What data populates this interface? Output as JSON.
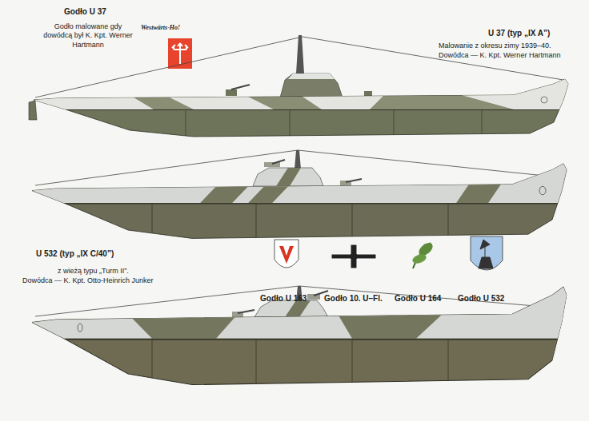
{
  "diagram": {
    "labels": [
      "Godło U 37",
      "Godło malowane gdy dowódcą był K. Kpt. Werner Hartmann",
      "Westwärts-Ho!",
      "U 37 (typ „IX A”)",
      "Malowanie z okresu zimy 1939–40.",
      "Dowódca — K. Kpt. Werner Hartmann",
      "U 532 (typ „IX C/40”)",
      "z wieżą typu „Turm II”.",
      "Dowódca — K. Kpt. Otto-Heinrich Junker",
      "Godło U 163",
      "Godło 10. U–Fl.",
      "Godło U 164",
      "Godło U 532"
    ]
  }
}
